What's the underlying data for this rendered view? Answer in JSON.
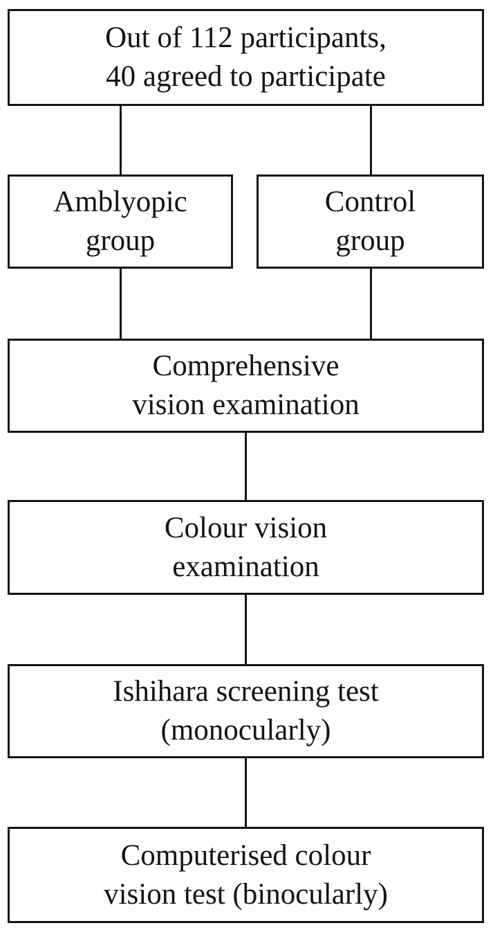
{
  "diagram": {
    "type": "flowchart",
    "background_color": "#ffffff",
    "box_border_color": "#141414",
    "text_color": "#141414",
    "nodes": [
      {
        "id": "participants",
        "lines": [
          "Out of 112 participants,",
          "40 agreed to participate"
        ]
      },
      {
        "id": "amblyopic-group",
        "lines": [
          "Amblyopic",
          "group"
        ]
      },
      {
        "id": "control-group",
        "lines": [
          "Control",
          "group"
        ]
      },
      {
        "id": "comprehensive-vision-examination",
        "lines": [
          "Comprehensive",
          "vision examination"
        ]
      },
      {
        "id": "colour-vision-examination",
        "lines": [
          "Colour vision",
          "examination"
        ]
      },
      {
        "id": "ishihara-screening-test",
        "lines": [
          "Ishihara screening test",
          "(monocularly)"
        ]
      },
      {
        "id": "computerised-colour-vision-test",
        "lines": [
          "Computerised colour",
          "vision test (binocularly)"
        ]
      }
    ],
    "edges": [
      {
        "from": "participants",
        "to": "amblyopic-group"
      },
      {
        "from": "participants",
        "to": "control-group"
      },
      {
        "from": "amblyopic-group",
        "to": "comprehensive-vision-examination"
      },
      {
        "from": "control-group",
        "to": "comprehensive-vision-examination"
      },
      {
        "from": "comprehensive-vision-examination",
        "to": "colour-vision-examination"
      },
      {
        "from": "colour-vision-examination",
        "to": "ishihara-screening-test"
      },
      {
        "from": "ishihara-screening-test",
        "to": "computerised-colour-vision-test"
      }
    ]
  }
}
